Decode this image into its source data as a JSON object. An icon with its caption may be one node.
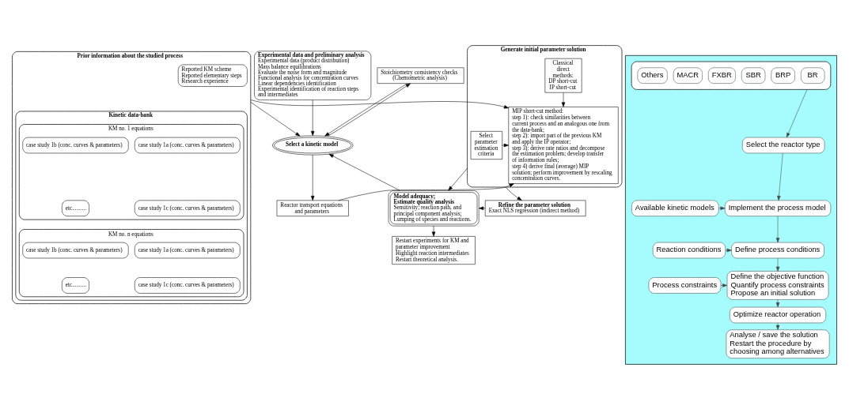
{
  "diagram": {
    "nodes": [
      {
        "text": [
          "Prior information about the studied process"
        ]
      },
      {
        "text": [
          "Reported KM scheme",
          "Reported elementary steps",
          "Research experience"
        ],
        "in": 0
      },
      {
        "text": [
          "Kinetic data-bank"
        ],
        "in": 0
      },
      {
        "text": [
          "KM no. 1 equations"
        ],
        "in": 2
      },
      {
        "text": [
          "case study 1a (conc. curves & parameters)"
        ],
        "in": 3
      },
      {
        "text": [
          "case study 1b (conc. curves & parameters)"
        ],
        "in": 3
      },
      {
        "text": [
          "case study 1c (conc. curves & parameters)"
        ],
        "in": 3
      },
      {
        "text": [
          "etc.........."
        ],
        "in": 3
      },
      {
        "text": [
          "KM no. n equations"
        ],
        "in": 2
      },
      {
        "text": [
          "case study 1a (conc. curves & parameters)"
        ],
        "in": 8
      },
      {
        "text": [
          "case study 1b (conc. curves & parameters)"
        ],
        "in": 8
      },
      {
        "text": [
          "case study 1c (conc. curves & parameters)"
        ],
        "in": 8
      },
      {
        "text": [
          "etc.........."
        ],
        "in": 8
      },
      {
        "text": [
          "Experimental data and preliminary analysis",
          "Experimental data (product distribution)",
          "Mass balance equilibrations",
          "Evaluate the noise form and magnitude",
          "Functional analysis for concentration curves",
          "Linear dependencies identification",
          "Experimental identification of reaction steps and intermediates"
        ]
      },
      {
        "text": [
          "Stoichiometry consistency checks",
          "(Chemometric analysis)"
        ]
      },
      {
        "text": [
          "Select a kinetic model"
        ]
      },
      {
        "text": [
          "Generate initial parameter solution"
        ]
      },
      {
        "text": [
          "Select parameter estimation criteria"
        ],
        "in": 16
      },
      {
        "text": [
          "Classical direct methods:",
          "DP short-cut",
          "IP short-cut"
        ],
        "in": 16
      },
      {
        "text": [
          "MIP short-cut method:",
          "step 1): check similarities between current process and an analogous one from the data-bank;",
          "step 2): import part of the previous KM and apply the IP operator;",
          "step 3): derive rate ratios and decompose the estimation problem; develop transfer of information rules;",
          "step 4) derive final (average) MIP solution; perform improvement by rescaling concentration curves."
        ],
        "in": 16
      },
      {
        "text": [
          "Reactor transport equations and parameters"
        ]
      },
      {
        "text": [
          "Model adequacy;",
          "Estimate quality analysis",
          "Sensitivity; reaction path, and principal component analysis;",
          "Lumping of species and reactions."
        ]
      },
      {
        "text": [
          "Refine the parameter solution",
          "Exact NLS regression (indirect method)"
        ]
      },
      {
        "text": [
          "Restart experiments for KM and parameter improvement",
          "Highlight reaction intermediates",
          "Restart theoretical analysis."
        ]
      },
      {
        "text": [],
        "shape": "box"
      },
      {
        "text": [],
        "shape": "box",
        "in": 24
      },
      {
        "text": [
          "BR"
        ],
        "in": 25
      },
      {
        "text": [
          "BRP"
        ],
        "in": 25
      },
      {
        "text": [
          "SBR"
        ],
        "in": 25
      },
      {
        "text": [
          "FXBR"
        ],
        "in": 25
      },
      {
        "text": [
          "MACR"
        ],
        "in": 25
      },
      {
        "text": [
          "Others"
        ],
        "in": 25
      },
      {
        "text": [
          "Select the reactor type"
        ],
        "in": 24
      },
      {
        "text": [
          "Available kinetic models"
        ],
        "in": 24
      },
      {
        "text": [
          "Implement the process model"
        ],
        "in": 24
      },
      {
        "text": [
          "Reaction conditions"
        ],
        "in": 24
      },
      {
        "text": [
          "Define process conditions"
        ],
        "in": 24
      },
      {
        "text": [
          "Process constraints"
        ],
        "in": 24
      },
      {
        "text": [
          "Define the objective function",
          "Quantify process constraints",
          "Propose an initial solution"
        ],
        "in": 24
      },
      {
        "text": [
          "Optimize reactor operation"
        ],
        "in": 24
      },
      {
        "text": [
          "Analyse / save the solution",
          "Restart the procedure by choosing among alternatives"
        ],
        "in": 24
      }
    ],
    "edges": [
      {
        "from": 0,
        "to": 15,
        "arrow": "to"
      },
      {
        "from": 13,
        "to": 15,
        "arrow": "to"
      },
      {
        "from": 14,
        "to": 15,
        "arrow": "to"
      },
      {
        "from": 15,
        "to": 14,
        "arrow": "to"
      },
      {
        "from": 0,
        "to": 19,
        "arrow": "to"
      },
      {
        "from": 15,
        "to": 20,
        "arrow": "to"
      },
      {
        "from": 20,
        "to": 19,
        "arrow": "to"
      },
      {
        "from": 17,
        "to": 19,
        "arrow": "to"
      },
      {
        "from": 18,
        "to": 19,
        "arrow": "to"
      },
      {
        "from": 16,
        "to": 21,
        "arrow": "to"
      },
      {
        "from": 16,
        "to": 22,
        "arrow": "to"
      },
      {
        "from": 22,
        "to": 21,
        "arrow": "to"
      },
      {
        "from": 21,
        "to": 15,
        "arrow": "to"
      },
      {
        "from": 21,
        "to": 23,
        "arrow": "to"
      },
      {
        "from": 25,
        "to": 32,
        "arrow": "to",
        "color": "#404848"
      },
      {
        "from": 32,
        "to": 34,
        "arrow": "to",
        "color": "#404848"
      },
      {
        "from": 33,
        "to": 34,
        "arrow": "to",
        "color": "#404848"
      },
      {
        "from": 34,
        "to": 36,
        "arrow": "to",
        "color": "#404848"
      },
      {
        "from": 35,
        "to": 36,
        "arrow": "to",
        "color": "#404848"
      },
      {
        "from": 36,
        "to": 38,
        "arrow": "to",
        "color": "#404848"
      },
      {
        "from": 37,
        "to": 38,
        "arrow": "to",
        "color": "#404848"
      },
      {
        "from": 38,
        "to": 39,
        "arrow": "to",
        "color": "#404848"
      },
      {
        "from": 39,
        "to": 40,
        "arrow": "to",
        "color": "#404848"
      }
    ]
  }
}
